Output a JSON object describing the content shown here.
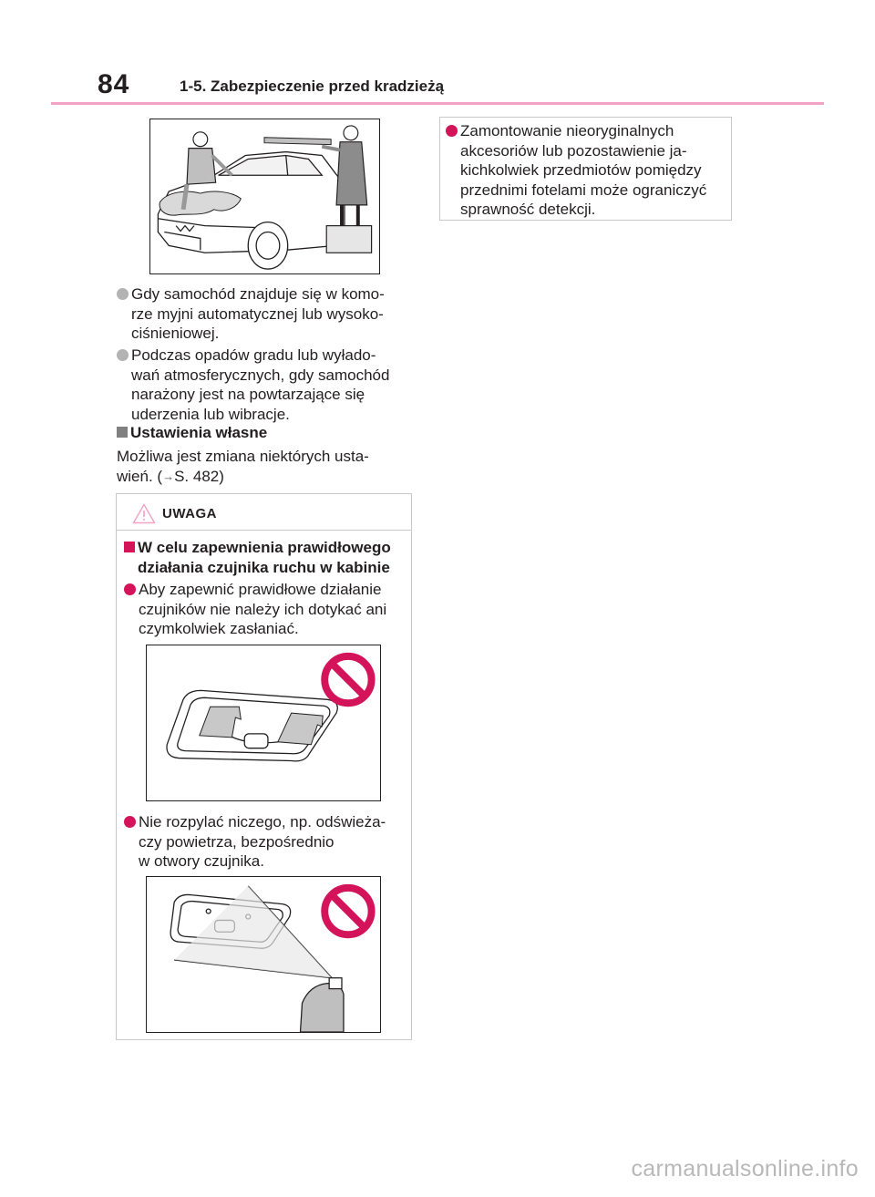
{
  "header": {
    "page_number": "84",
    "section_title": "1-5. Zabezpieczenie przed kradzieżą"
  },
  "left_column": {
    "bullets": [
      {
        "lines": [
          "Gdy samochód znajduje się w komo-",
          "rze myjni automatycznej lub wysoko-",
          "ciśnieniowej."
        ]
      },
      {
        "lines": [
          "Podczas opadów gradu lub wyłado-",
          "wań atmosferycznych, gdy samochód",
          "narażony jest na powtarzające się",
          "uderzenia lub wibracje."
        ]
      }
    ],
    "custom_heading": "Ustawienia własne",
    "custom_text_line1": "Możliwa jest zmiana niektórych usta-",
    "custom_text_line2_pre": "wień. (",
    "custom_text_arrow": "→",
    "custom_text_line2_post": "S. 482)"
  },
  "warning": {
    "title": "UWAGA",
    "heading_lines": [
      "W celu zapewnienia prawidłowego",
      "działania czujnika ruchu w kabinie"
    ],
    "bullet1_lines": [
      "Aby zapewnić prawidłowe działanie",
      "czujników nie należy ich dotykać ani",
      "czymkolwiek zasłaniać."
    ],
    "bullet2_lines": [
      "Nie rozpylać niczego, np. odświeża-",
      "czy powietrza, bezpośrednio",
      "w otwory czujnika."
    ]
  },
  "right_note": {
    "lines": [
      "Zamontowanie nieoryginalnych",
      "akcesoriów lub pozostawienie ja-",
      "kichkolwiek przedmiotów pomiędzy",
      "przednimi fotelami może ograniczyć",
      "sprawność detekcji."
    ]
  },
  "footer": {
    "watermark": "carmanualsonline.info"
  },
  "colors": {
    "accent_pink": "#d4145a",
    "header_rule": "#f2a2c4",
    "bullet_gray": "#b3b3b3"
  },
  "icons": [
    "warning-triangle-icon",
    "prohibition-icon",
    "arrow-right-icon"
  ]
}
